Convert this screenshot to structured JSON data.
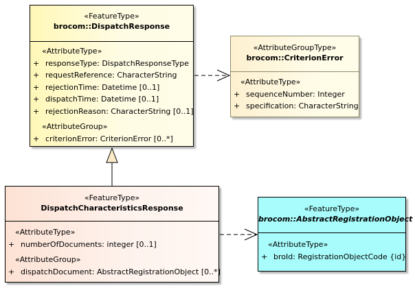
{
  "dispatch_response": {
    "stereotype": "«FeatureType»",
    "name": "brocom::DispatchResponse",
    "attr_stereotype": "«AttributeType»",
    "attributes": [
      {
        "vis": "+",
        "text": "responseType: DispatchResponseType"
      },
      {
        "vis": "+",
        "text": "requestReference: CharacterString"
      },
      {
        "vis": "+",
        "text": "rejectionTime: Datetime [0..1]"
      },
      {
        "vis": "+",
        "text": "dispatchTime: Datetime [0..1]"
      },
      {
        "vis": "+",
        "text": "rejectionReason: CharacterString [0..1]"
      }
    ],
    "group_stereotype": "«AttributeGroup»",
    "groups": [
      {
        "vis": "+",
        "text": "criterionError: CriterionError [0..*]"
      }
    ]
  },
  "criterion_error": {
    "stereotype": "«AttributeGroupType»",
    "name": "brocom::CriterionError",
    "attr_stereotype": "«AttributeType»",
    "attributes": [
      {
        "vis": "+",
        "text": "sequenceNumber: Integer"
      },
      {
        "vis": "+",
        "text": "specification: CharacterString"
      }
    ]
  },
  "dispatch_characteristics_response": {
    "stereotype": "«FeatureType»",
    "name": "DispatchCharacteristicsResponse",
    "attr_stereotype": "«AttributeType»",
    "attributes": [
      {
        "vis": "+",
        "text": "numberOfDocuments: integer [0..1]"
      }
    ],
    "group_stereotype": "«AttributeGroup»",
    "groups": [
      {
        "vis": "+",
        "text": "dispatchDocument: AbstractRegistrationObject [0..*]"
      }
    ]
  },
  "abstract_registration_object": {
    "stereotype": "«FeatureType»",
    "name": "brocom::AbstractRegistrationObject",
    "attr_stereotype": "«AttributeType»",
    "attributes": [
      {
        "vis": "+",
        "text": "broId: RegistrationObjectCode {id}"
      }
    ]
  },
  "colors": {
    "feature_type": "#fffbd0",
    "attribute_group_type": "#fffde9",
    "subtype": "#fdeee6",
    "external": "#a8fcfc",
    "generalization_fill": "#fdebc8"
  }
}
